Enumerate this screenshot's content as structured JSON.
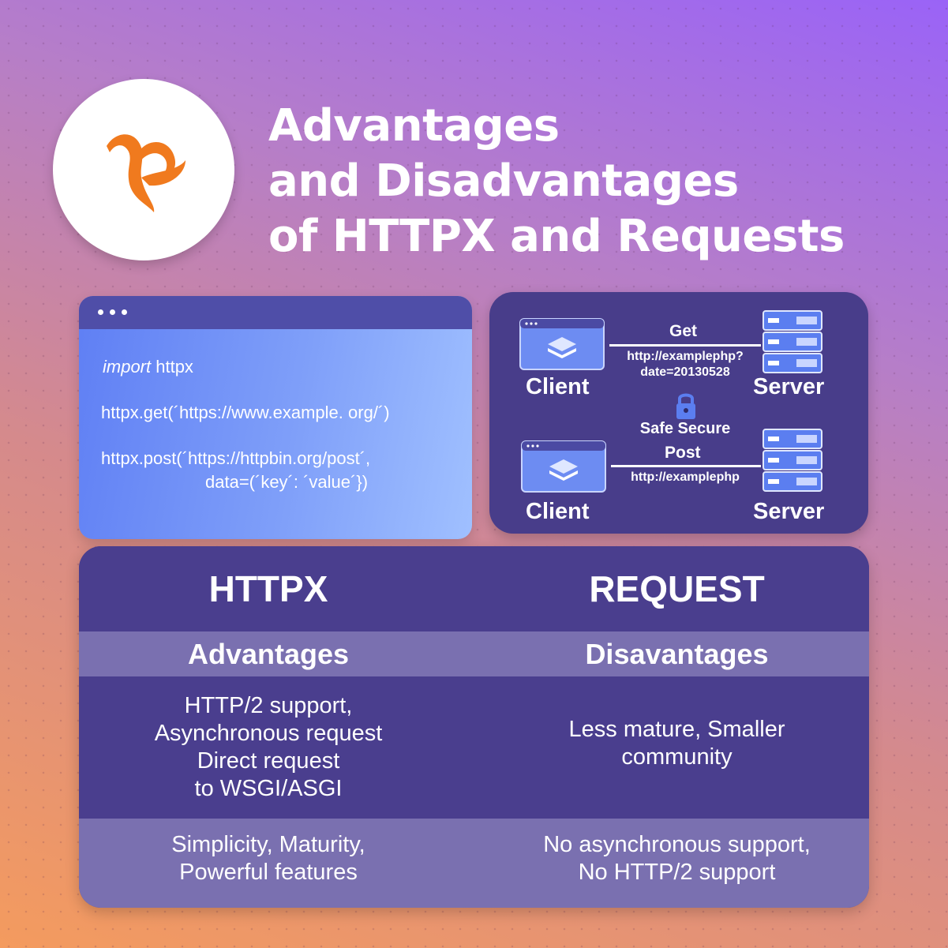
{
  "title": {
    "line1": "Advantages",
    "line2": "and Disadvantages",
    "line3": "of HTTPX and Requests"
  },
  "code": {
    "line1_keyword": "import",
    "line1_rest": " httpx",
    "line2": "httpx.get(´https://www.example. org/´)",
    "line3": "httpx.post(´https://httpbin.org/post´,",
    "line4": "data=(´key´: ´value´})"
  },
  "network": {
    "top": {
      "method": "Get",
      "url_line1": "http://examplephp?",
      "url_line2": "date=20130528",
      "client": "Client",
      "server": "Server"
    },
    "middle": {
      "label": "Safe Secure"
    },
    "bottom": {
      "method": "Post",
      "url": "http://examplephp",
      "client": "Client",
      "server": "Server"
    }
  },
  "table": {
    "col1_header": "HTTPX",
    "col2_header": "REQUEST",
    "col1_sub": "Advantages",
    "col2_sub": "Disavantages",
    "row1_col1": [
      "HTTP/2 support,",
      "Asynchronous request",
      "Direct request",
      "to WSGI/ASGI"
    ],
    "row1_col2": [
      "Less mature, Smaller",
      "community"
    ],
    "row2_col1": [
      "Simplicity, Maturity,",
      "Powerful features"
    ],
    "row2_col2": [
      "No asynchronous support,",
      "No HTTP/2 support"
    ]
  },
  "colors": {
    "panel_dark": "#483d8a",
    "row_light": "#7a70b0",
    "logo_orange": "#f07a1e"
  }
}
